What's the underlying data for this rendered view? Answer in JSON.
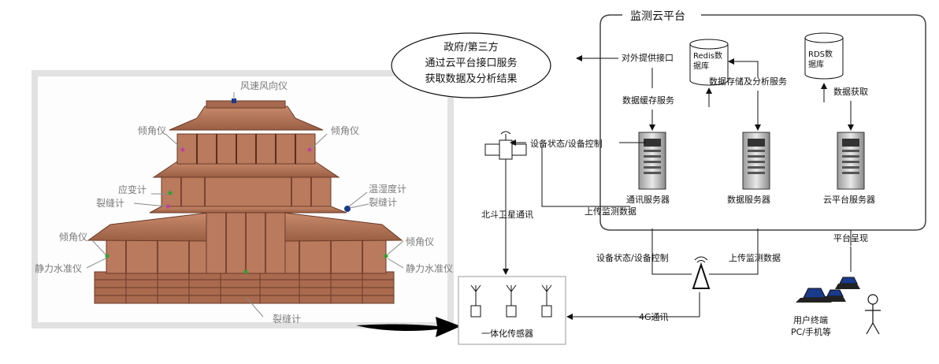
{
  "platform": {
    "title": "监测云平台",
    "external_interface": "对外提供接口",
    "cache_service": "数据缓存服务",
    "storage_service": "数据存储及分析服务",
    "data_fetch": "数据获取",
    "redis_db": [
      "Redis数",
      "据库"
    ],
    "rds_db": [
      "RDS数",
      "据库"
    ],
    "comm_server": "通讯服务器",
    "data_server": "数据服务器",
    "cloud_server": "云平台服务器"
  },
  "government": [
    "政府/第三方",
    "通过云平台接口服务",
    "获取数据及分析结果"
  ],
  "links": {
    "device_status_top": "设备状态/设备控制",
    "device_status_mid": "设备状态/设备控制",
    "upload_top": "上传监测数据",
    "upload_bottom": "上传监测数据",
    "beidou": "北斗卫星通讯",
    "g4": "4G通讯",
    "platform_display": "平台呈现"
  },
  "sensor_box": "一体化传感器",
  "user_terminal": [
    "用户终端",
    "PC/手机等"
  ],
  "building_labels": {
    "wind": "风速风向仪",
    "tilt_ul": "倾角仪",
    "tilt_ur": "倾角仪",
    "strain": "应变计",
    "crack_l": "裂缝计",
    "humidity": "温湿度计",
    "crack_r": "裂缝计",
    "tilt_ll": "倾角仪",
    "tilt_lr": "倾角仪",
    "level_l": "静力水准仪",
    "level_r": "静力水准仪",
    "crack_b": "裂缝计"
  }
}
